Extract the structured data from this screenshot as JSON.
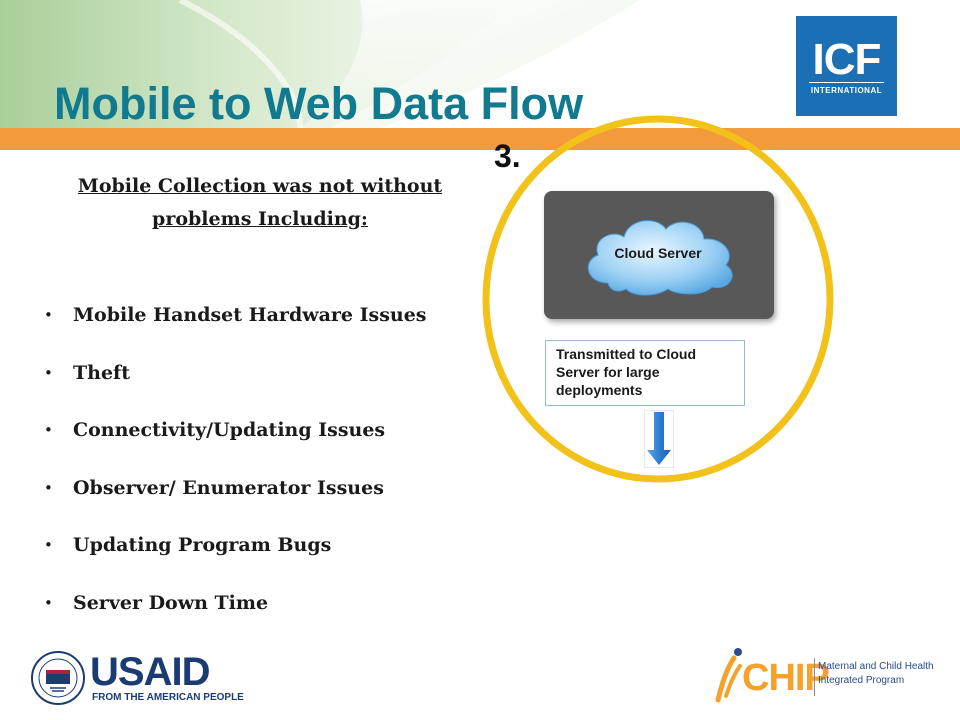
{
  "slide": {
    "title": "Mobile to Web Data Flow",
    "step_number": "3.",
    "heading": "Mobile Collection was not without problems Including:",
    "issues": [
      "Mobile Handset Hardware Issues",
      "Theft",
      "Connectivity/Updating Issues",
      "Observer/ Enumerator Issues",
      "Updating Program Bugs",
      "Server Down Time"
    ]
  },
  "diagram": {
    "cloud_label": "Cloud Server",
    "note": "Transmitted to Cloud Server for large deployments",
    "ring_color": "#f2c21b",
    "arrow_color": "#2f7fd4"
  },
  "logos": {
    "icf": {
      "name": "ICF",
      "subtitle": "INTERNATIONAL",
      "color": "#1b6fb5"
    },
    "usaid": {
      "name": "USAID",
      "tagline": "FROM THE AMERICAN PEOPLE",
      "color": "#1b3c73"
    },
    "chip": {
      "name": "CHIP",
      "text": "Maternal and Child Health Integrated Program",
      "color": "#f5a12c"
    }
  },
  "theme": {
    "title_color": "#127a8e",
    "bar_color": "#f39a3c"
  }
}
